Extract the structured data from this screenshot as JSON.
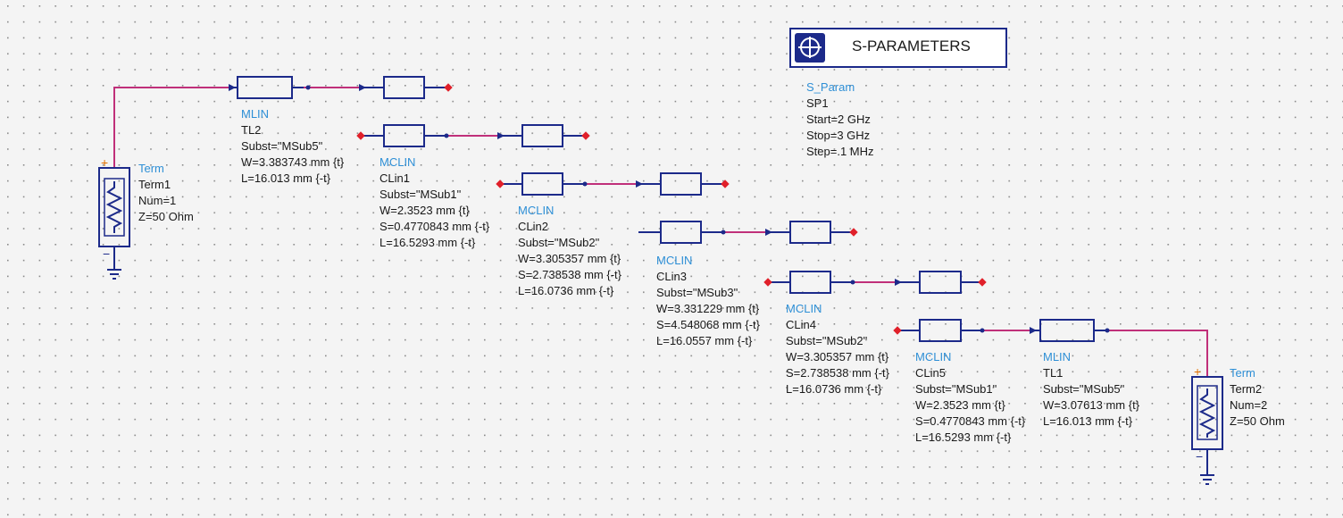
{
  "sim": {
    "panel_title": "S-PARAMETERS",
    "type_label": "S_Param",
    "name": "SP1",
    "start": "Start=2 GHz",
    "stop": "Stop=3 GHz",
    "step": "Step=.1 MHz"
  },
  "components": {
    "term1": {
      "type": "Term",
      "name": "Term1",
      "num": "Num=1",
      "z": "Z=50 Ohm"
    },
    "term2": {
      "type": "Term",
      "name": "Term2",
      "num": "Num=2",
      "z": "Z=50 Ohm"
    },
    "tl2": {
      "type": "MLIN",
      "name": "TL2",
      "subst": "Subst=\"MSub5\"",
      "w": "W=3.383743 mm {t}",
      "l": "L=16.013 mm {-t}"
    },
    "clin1": {
      "type": "MCLIN",
      "name": "CLin1",
      "subst": "Subst=\"MSub1\"",
      "w": "W=2.3523 mm {t}",
      "s": "S=0.4770843 mm {-t}",
      "l": "L=16.5293 mm {-t}"
    },
    "clin2": {
      "type": "MCLIN",
      "name": "CLin2",
      "subst": "Subst=\"MSub2\"",
      "w": "W=3.305357 mm {t}",
      "s": "S=2.738538 mm {-t}",
      "l": "L=16.0736 mm {-t}"
    },
    "clin3": {
      "type": "MCLIN",
      "name": "CLin3",
      "subst": "Subst=\"MSub3\"",
      "w": "W=3.331229 mm {t}",
      "s": "S=4.548068 mm {-t}",
      "l": "L=16.0557 mm {-t}"
    },
    "clin4": {
      "type": "MCLIN",
      "name": "CLin4",
      "subst": "Subst=\"MSub2\"",
      "w": "W=3.305357 mm {t}",
      "s": "S=2.738538 mm {-t}",
      "l": "L=16.0736 mm {-t}"
    },
    "clin5": {
      "type": "MCLIN",
      "name": "CLin5",
      "subst": "Subst=\"MSub1\"",
      "w": "W=2.3523 mm {t}",
      "s": "S=0.4770843 mm {-t}",
      "l": "L=16.5293 mm {-t}"
    },
    "tl1": {
      "type": "MLIN",
      "name": "TL1",
      "subst": "Subst=\"MSub5\"",
      "w": "W=3.07613 mm {t}",
      "l": "L=16.013 mm {-t}"
    }
  },
  "colors": {
    "background": "#f4f4f4",
    "grid_dot": "#8a8a8a",
    "component": "#1c2a8a",
    "wire": "#c0307a",
    "pin": "#e0202a",
    "type_label": "#2e8fd6",
    "text": "#1a1a1a"
  }
}
